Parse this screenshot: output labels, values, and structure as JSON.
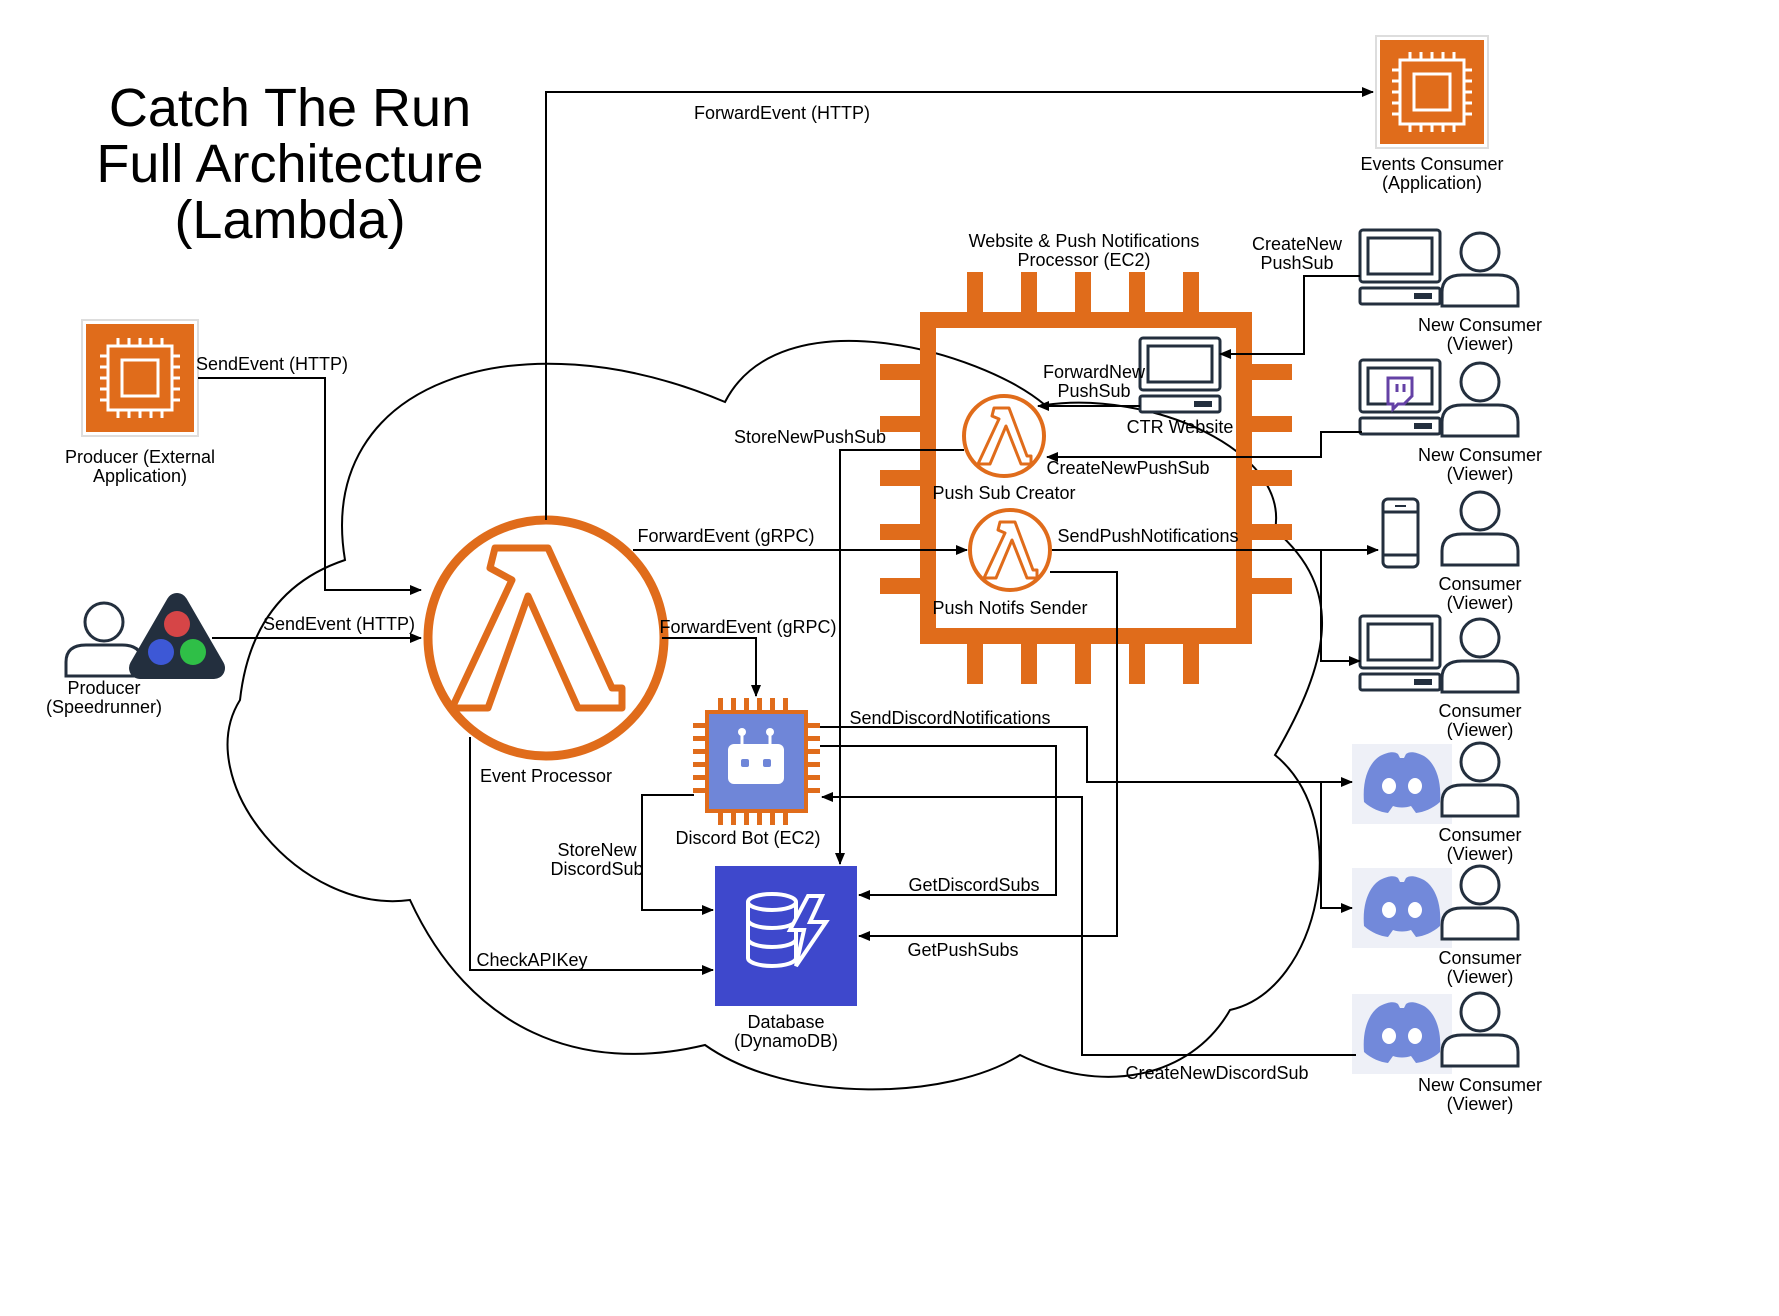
{
  "title": {
    "line1": "Catch The Run",
    "line2": "Full Architecture",
    "line3": "(Lambda)"
  },
  "colors": {
    "aws_orange": "#E06C1B",
    "dynamo_blue": "#3E48CC",
    "discord_blurple": "#7289DA",
    "bot_chip": "#6F86D8",
    "twitch_purple": "#6441A5",
    "obs_red": "#D64547",
    "obs_blue": "#3D58D6",
    "obs_green": "#2FBF47",
    "outline": "#232F3E"
  },
  "nodes": {
    "events_consumer": {
      "line1": "Events Consumer",
      "line2": "(Application)",
      "icon": "ec2-chip-icon"
    },
    "producer_external": {
      "line1": "Producer (External",
      "line2": "Application)",
      "icon": "ec2-chip-icon"
    },
    "producer_speedrunner": {
      "line1": "Producer",
      "line2": "(Speedrunner)",
      "icon": "obs-studio-icon"
    },
    "event_processor": {
      "label": "Event Processor",
      "icon": "lambda-icon"
    },
    "ec2_group": {
      "line1": "Website & Push Notifications",
      "line2": "Processor (EC2)"
    },
    "ctr_website": {
      "label": "CTR Website",
      "icon": "laptop-icon"
    },
    "push_sub_creator": {
      "label": "Push Sub Creator",
      "icon": "lambda-icon"
    },
    "push_notifs_sender": {
      "label": "Push Notifs Sender",
      "icon": "lambda-icon"
    },
    "discord_bot": {
      "label": "Discord Bot (EC2)",
      "icon": "discord-bot-chip-icon"
    },
    "database": {
      "line1": "Database",
      "line2": "(DynamoDB)",
      "icon": "dynamodb-icon"
    }
  },
  "consumers": [
    {
      "line1": "New Consumer",
      "line2": "(Viewer)",
      "device": "laptop-icon"
    },
    {
      "line1": "New Consumer",
      "line2": "(Viewer)",
      "device": "twitch-laptop-icon"
    },
    {
      "line1": "Consumer",
      "line2": "(Viewer)",
      "device": "phone-icon"
    },
    {
      "line1": "Consumer",
      "line2": "(Viewer)",
      "device": "laptop-icon"
    },
    {
      "line1": "Consumer",
      "line2": "(Viewer)",
      "device": "discord-icon"
    },
    {
      "line1": "Consumer",
      "line2": "(Viewer)",
      "device": "discord-icon"
    },
    {
      "line1": "New Consumer",
      "line2": "(Viewer)",
      "device": "discord-icon"
    }
  ],
  "edges": {
    "forward_event_http": "ForwardEvent (HTTP)",
    "send_event_http_external": "SendEvent (HTTP)",
    "send_event_http_speedrunner": "SendEvent (HTTP)",
    "create_new_push_sub_top": {
      "line1": "CreateNew",
      "line2": "PushSub"
    },
    "forward_new_push_sub": {
      "line1": "ForwardNew",
      "line2": "PushSub"
    },
    "store_new_push_sub": "StoreNewPushSub",
    "create_new_push_sub": "CreateNewPushSub",
    "forward_event_grpc_1": "ForwardEvent (gRPC)",
    "send_push_notifications": "SendPushNotifications",
    "forward_event_grpc_2": "ForwardEvent (gRPC)",
    "send_discord_notifications": "SendDiscordNotifications",
    "store_new_discord_sub": {
      "line1": "StoreNew",
      "line2": "DiscordSub"
    },
    "get_discord_subs": "GetDiscordSubs",
    "get_push_subs": "GetPushSubs",
    "check_api_key": "CheckAPIKey",
    "create_new_discord_sub": "CreateNewDiscordSub"
  }
}
